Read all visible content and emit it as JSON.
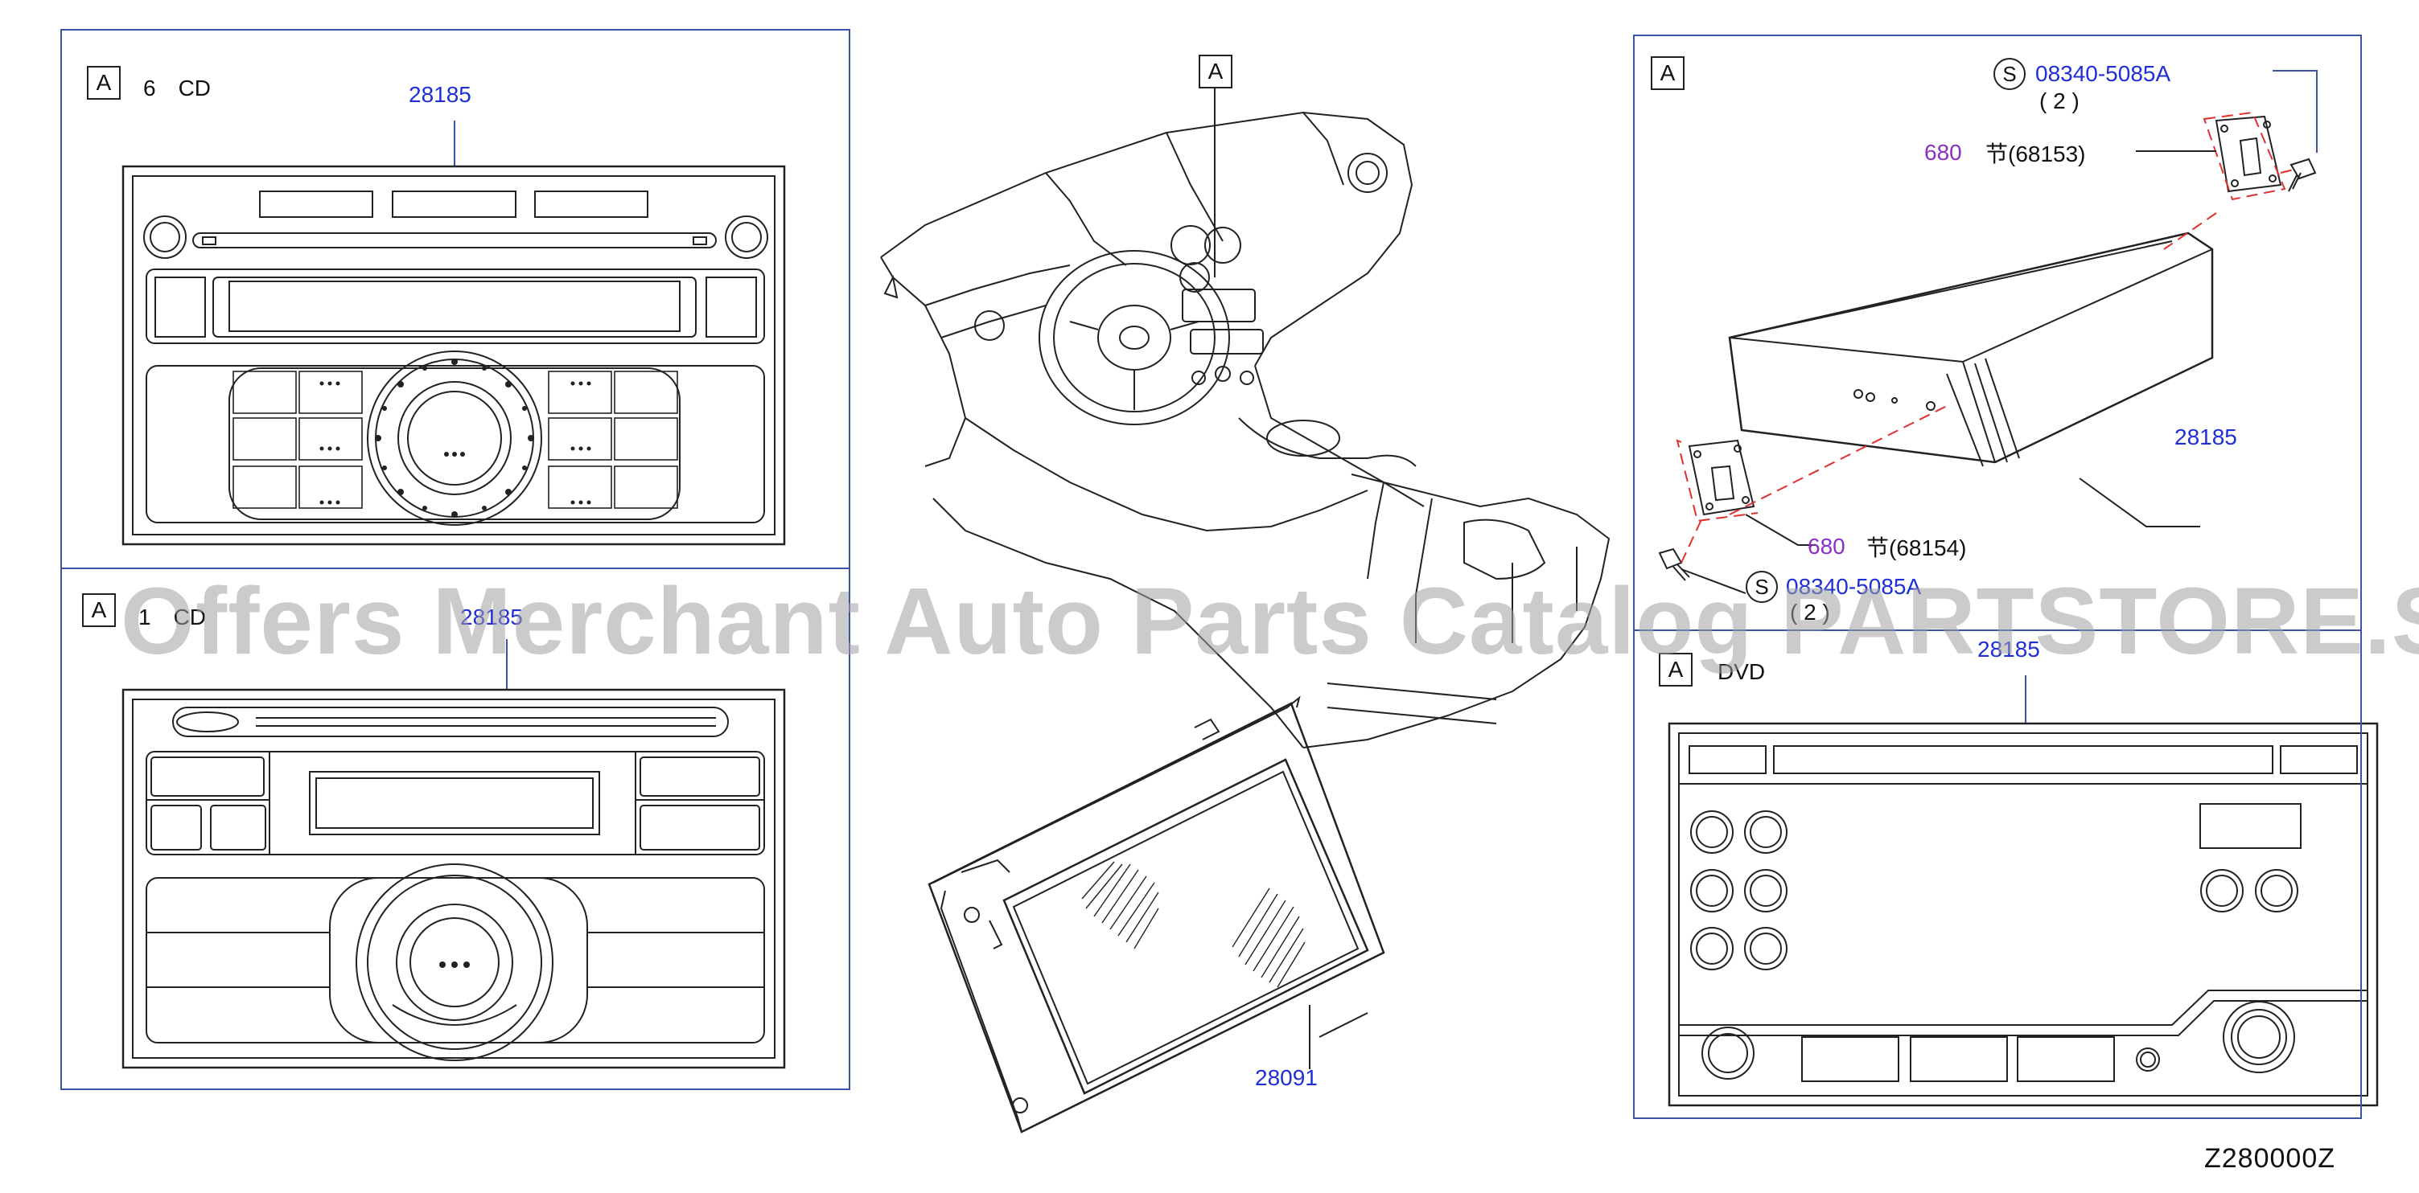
{
  "panels": {
    "cd6": {
      "tag": "A",
      "label": "6　CD",
      "part": "28185"
    },
    "cd1": {
      "tag": "A",
      "label": "1　CD",
      "part": "28185"
    },
    "center": {
      "tag": "A",
      "part": "28091"
    },
    "bracket": {
      "tag": "A",
      "bolt_symbol": "S",
      "bolt_part": "08340-5085A",
      "bolt_qty": "( 2 )",
      "bracket_upper_num": "680",
      "bracket_upper_part": "节(68153)",
      "bracket_lower_num": "680",
      "bracket_lower_part": "节(68154)",
      "unit_part": "28185"
    },
    "dvd": {
      "tag": "A",
      "label": "DVD",
      "part": "28185"
    }
  },
  "watermark": "Offers Merchant Auto Parts Catalog PARTSTORE.SA",
  "diagram_code": "Z280000Z",
  "colors": {
    "frame": "#3a55a6",
    "part_number": "#1f2fd6",
    "ref_number": "#8b2fc9",
    "leader_dash": "#e03030"
  }
}
